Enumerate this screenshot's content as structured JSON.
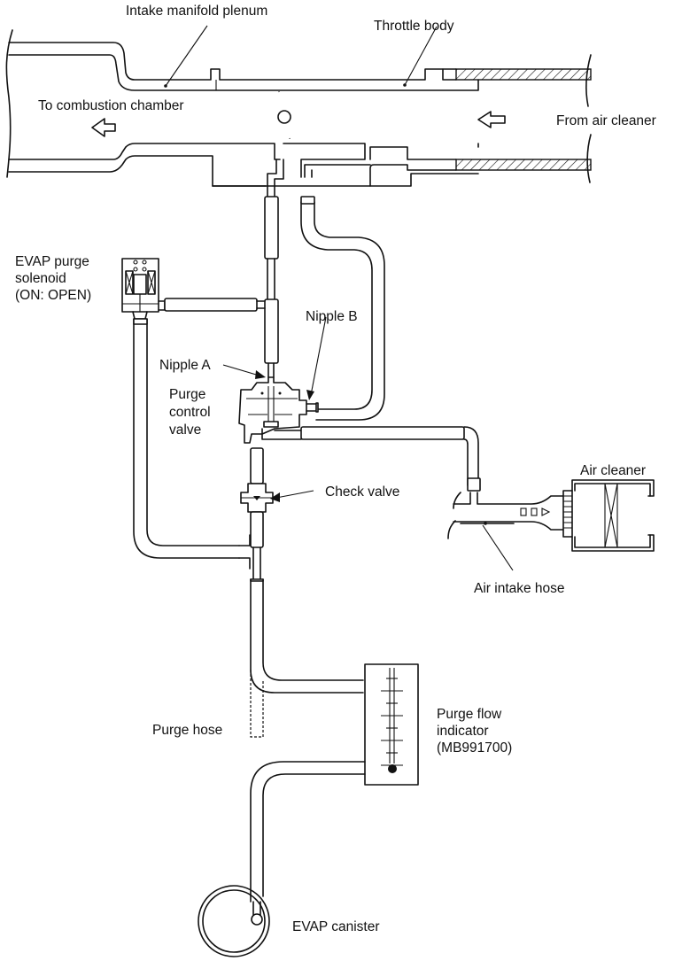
{
  "labels": {
    "intake_manifold_plenum": "Intake manifold plenum",
    "throttle_body": "Throttle body",
    "to_combustion_chamber": "To combustion chamber",
    "from_air_cleaner": "From air cleaner",
    "evap_purge_solenoid": [
      "EVAP purge",
      "solenoid",
      "(ON: OPEN)"
    ],
    "nipple_a": "Nipple A",
    "nipple_b": "Nipple B",
    "purge_control_valve": [
      "Purge",
      "control",
      "valve"
    ],
    "check_valve": "Check valve",
    "air_cleaner": "Air cleaner",
    "air_intake_hose": "Air intake hose",
    "purge_hose": "Purge hose",
    "purge_flow_indicator": [
      "Purge flow",
      "indicator",
      "(MB991700)"
    ],
    "evap_canister": "EVAP canister"
  },
  "colors": {
    "line": "#111111",
    "background": "#ffffff"
  }
}
